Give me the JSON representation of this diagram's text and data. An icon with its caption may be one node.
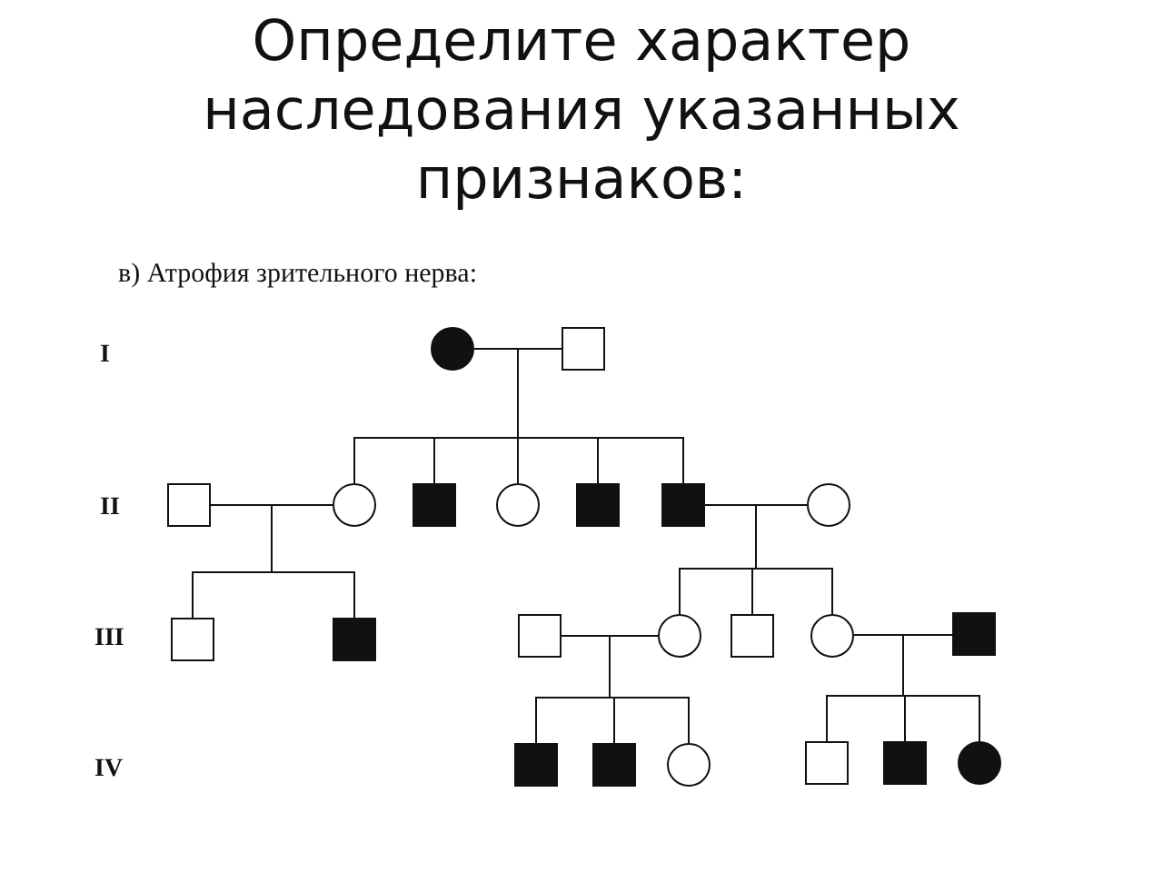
{
  "diagram": {
    "title": "Определите характер наследования указанных признаков:",
    "nodes": [
      {
        "text": [],
        "shape": "disc"
      },
      {
        "text": [],
        "shape": "box"
      },
      {
        "text": [],
        "shape": "box"
      },
      {
        "text": [],
        "shape": "circle"
      },
      {
        "text": [],
        "shape": "block"
      },
      {
        "text": [],
        "shape": "circle"
      },
      {
        "text": [],
        "shape": "block"
      },
      {
        "text": [],
        "shape": "block"
      },
      {
        "text": [],
        "shape": "circle"
      },
      {
        "text": [],
        "shape": "box"
      },
      {
        "text": [],
        "shape": "block"
      },
      {
        "text": [],
        "shape": "box"
      },
      {
        "text": [],
        "shape": "circle"
      },
      {
        "text": [],
        "shape": "box"
      },
      {
        "text": [],
        "shape": "circle"
      },
      {
        "text": [],
        "shape": "block"
      },
      {
        "text": [],
        "shape": "block"
      },
      {
        "text": [],
        "shape": "block"
      },
      {
        "text": [],
        "shape": "circle"
      },
      {
        "text": [],
        "shape": "box"
      },
      {
        "text": [],
        "shape": "block"
      },
      {
        "text": [],
        "shape": "disc"
      }
    ],
    "edges": [
      {
        "from": 0,
        "to": 1,
        "arrow": "none"
      },
      {
        "from": 0,
        "to": 3,
        "arrow": "none"
      },
      {
        "from": 1,
        "to": 3,
        "arrow": "none"
      },
      {
        "from": 0,
        "to": 4,
        "arrow": "none"
      },
      {
        "from": 1,
        "to": 4,
        "arrow": "none"
      },
      {
        "from": 0,
        "to": 5,
        "arrow": "none"
      },
      {
        "from": 1,
        "to": 5,
        "arrow": "none"
      },
      {
        "from": 0,
        "to": 6,
        "arrow": "none"
      },
      {
        "from": 1,
        "to": 6,
        "arrow": "none"
      },
      {
        "from": 0,
        "to": 7,
        "arrow": "none"
      },
      {
        "from": 1,
        "to": 7,
        "arrow": "none"
      },
      {
        "from": 2,
        "to": 3,
        "arrow": "none"
      },
      {
        "from": 7,
        "to": 8,
        "arrow": "none"
      },
      {
        "from": 2,
        "to": 9,
        "arrow": "none"
      },
      {
        "from": 3,
        "to": 9,
        "arrow": "none"
      },
      {
        "from": 2,
        "to": 10,
        "arrow": "none"
      },
      {
        "from": 3,
        "to": 10,
        "arrow": "none"
      },
      {
        "from": 7,
        "to": 12,
        "arrow": "none"
      },
      {
        "from": 8,
        "to": 12,
        "arrow": "none"
      },
      {
        "from": 7,
        "to": 13,
        "arrow": "none"
      },
      {
        "from": 8,
        "to": 13,
        "arrow": "none"
      },
      {
        "from": 7,
        "to": 14,
        "arrow": "none"
      },
      {
        "from": 8,
        "to": 14,
        "arrow": "none"
      },
      {
        "from": 11,
        "to": 12,
        "arrow": "none"
      },
      {
        "from": 14,
        "to": 15,
        "arrow": "none"
      },
      {
        "from": 11,
        "to": 16,
        "arrow": "none"
      },
      {
        "from": 12,
        "to": 16,
        "arrow": "none"
      },
      {
        "from": 11,
        "to": 17,
        "arrow": "none"
      },
      {
        "from": 12,
        "to": 17,
        "arrow": "none"
      },
      {
        "from": 11,
        "to": 18,
        "arrow": "none"
      },
      {
        "from": 12,
        "to": 18,
        "arrow": "none"
      },
      {
        "from": 14,
        "to": 19,
        "arrow": "none"
      },
      {
        "from": 15,
        "to": 19,
        "arrow": "none"
      },
      {
        "from": 14,
        "to": 20,
        "arrow": "none"
      },
      {
        "from": 15,
        "to": 20,
        "arrow": "none"
      },
      {
        "from": 14,
        "to": 21,
        "arrow": "none"
      },
      {
        "from": 15,
        "to": 21,
        "arrow": "none"
      }
    ],
    "labels": [
      "в) Атрофия зрительного нерва:",
      "I",
      "II",
      "III",
      "IV"
    ]
  }
}
